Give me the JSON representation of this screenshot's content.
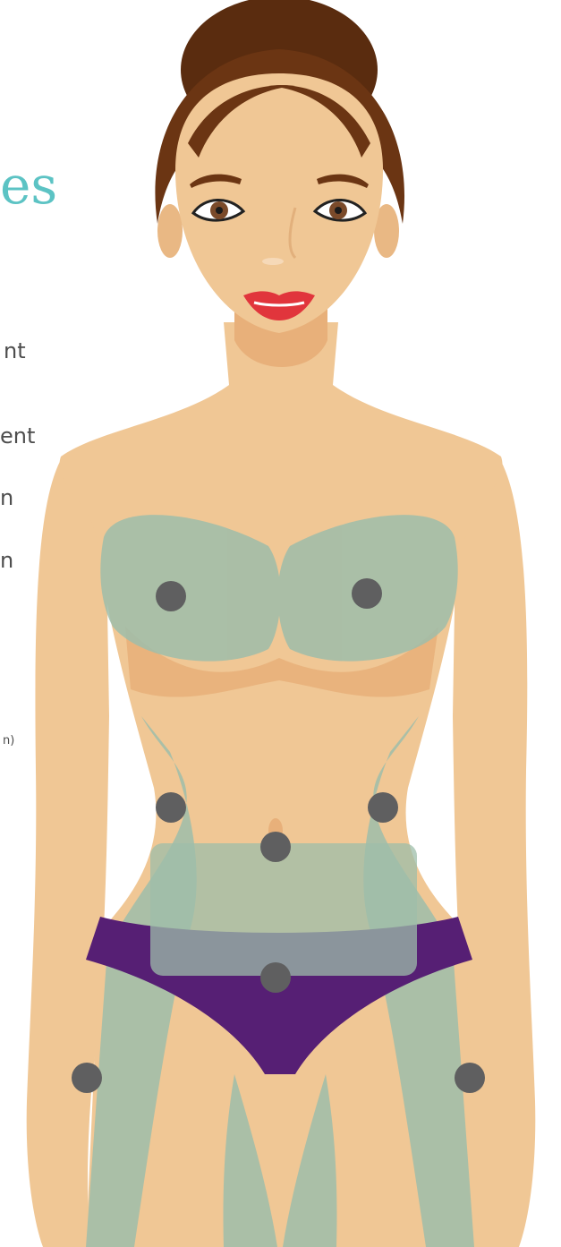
{
  "heading": "es",
  "side_text": {
    "line1": "nt",
    "line2": "ent",
    "line3": "n",
    "line4": "n",
    "small": "n)"
  },
  "colors": {
    "heading": "#5cc3c4",
    "skin": "#f0c795",
    "skin_shadow": "#e8b07a",
    "hair": "#6b3513",
    "zone_overlay": "#9ebdaa",
    "underwear": "#561f74",
    "marker": "#5f5f60",
    "lips": "#e1353c"
  },
  "figure": {
    "description_icon": "female-body-treatment-zones-illustration",
    "marker_icon": "treatment-point-marker"
  }
}
